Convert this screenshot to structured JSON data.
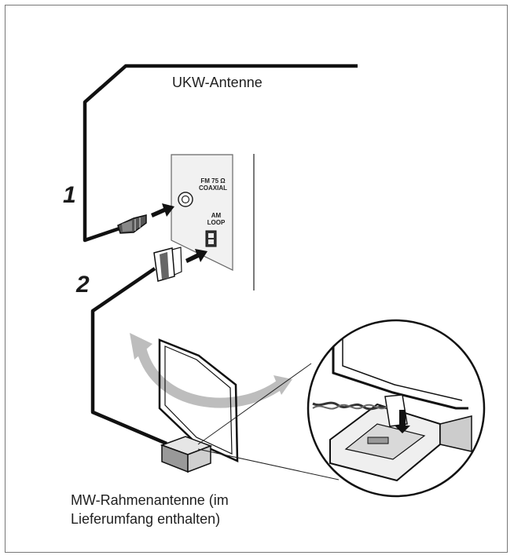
{
  "fm_antenna_label": "UKW-Antenne",
  "steps": {
    "step1": "1",
    "step2": "2"
  },
  "panel": {
    "fm_line1": "FM 75 Ω",
    "fm_line2": "COAXIAL",
    "am_line1": "AM",
    "am_line2": "LOOP"
  },
  "am_antenna_label": {
    "line1": "MW-Rahmenantenne (im",
    "line2": "Lieferumfang enthalten)"
  },
  "colors": {
    "line": "#111111",
    "panel": "#f1f1f1",
    "arrow": "#b9b9b9"
  }
}
